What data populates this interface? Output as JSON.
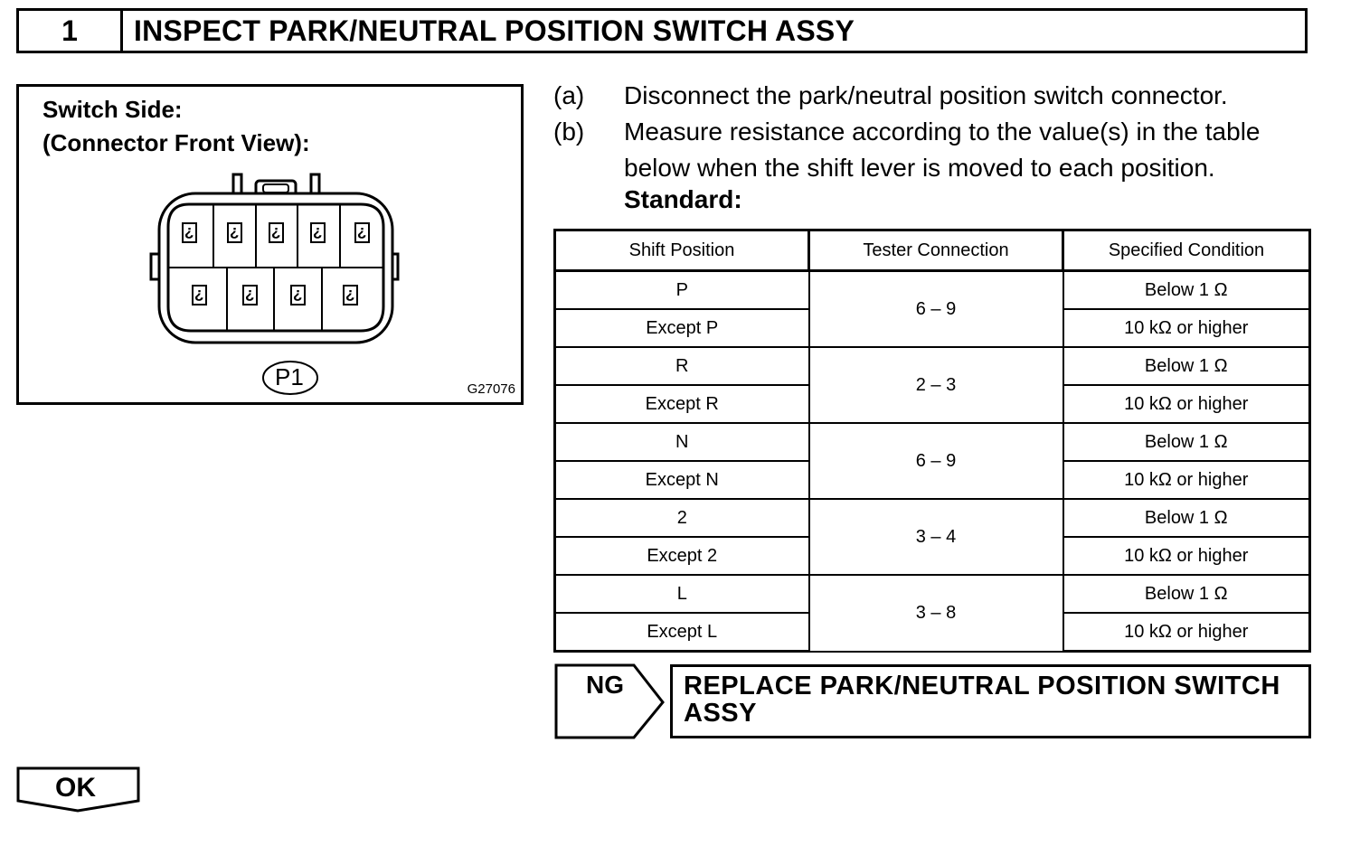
{
  "step": {
    "number": "1",
    "title": "INSPECT PARK/NEUTRAL POSITION SWITCH ASSY"
  },
  "illustration": {
    "label_line1": "Switch Side:",
    "label_line2": "(Connector Front View):",
    "connector_id": "P1",
    "figure_code": "G27076",
    "pin_glyph": "¿"
  },
  "instructions": [
    {
      "label": "(a)",
      "lines": [
        "Disconnect the park/neutral position switch connector."
      ]
    },
    {
      "label": "(b)",
      "lines": [
        "Measure resistance according to the value(s) in the table",
        "below when the shift lever is moved to each position."
      ]
    }
  ],
  "standard_label": "Standard:",
  "table": {
    "headers": [
      "Shift Position",
      "Tester Connection",
      "Specified Condition"
    ],
    "groups": [
      {
        "positions": [
          "P",
          "Except P"
        ],
        "connection": "6 – 9",
        "conditions": [
          "Below 1 Ω",
          "10 kΩ or higher"
        ]
      },
      {
        "positions": [
          "R",
          "Except R"
        ],
        "connection": "2 – 3",
        "conditions": [
          "Below 1 Ω",
          "10 kΩ or higher"
        ]
      },
      {
        "positions": [
          "N",
          "Except N"
        ],
        "connection": "6 – 9",
        "conditions": [
          "Below 1 Ω",
          "10 kΩ or higher"
        ]
      },
      {
        "positions": [
          "2",
          "Except 2"
        ],
        "connection": "3 – 4",
        "conditions": [
          "Below 1 Ω",
          "10 kΩ or higher"
        ]
      },
      {
        "positions": [
          "L",
          "Except L"
        ],
        "connection": "3 – 8",
        "conditions": [
          "Below 1 Ω",
          "10 kΩ or higher"
        ]
      }
    ]
  },
  "ng": {
    "label": "NG",
    "action_line1": "REPLACE PARK/NEUTRAL POSITION SWITCH",
    "action_line2": "ASSY"
  },
  "ok": {
    "label": "OK"
  }
}
